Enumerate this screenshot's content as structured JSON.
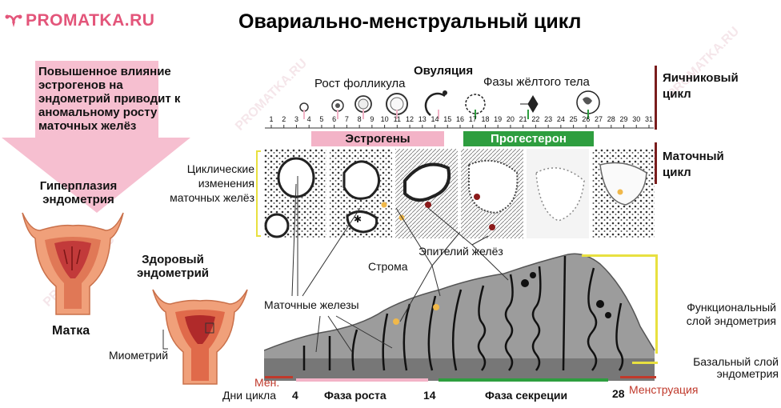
{
  "logo": {
    "text": "PROMATKA.RU"
  },
  "title": "Овариально-менструальный цикл",
  "labels": {
    "ovulation": "Овуляция",
    "follicle_growth": "Рост фолликула",
    "corpus_luteum": "Фазы жёлтого тела",
    "ovarian_cycle": "Яичниковый цикл",
    "uterine_cycle": "Маточный цикл",
    "estrogens": "Эстрогены",
    "progesterone": "Прогестерон",
    "cyclic_changes": "Циклические изменения маточных желёз",
    "gland_epithelium": "Эпителий желёз",
    "stroma": "Строма",
    "uterine_glands": "Маточные железы",
    "functional_layer": "Функциональный слой эндометрия",
    "basal_layer": "Базальный слой эндометрия",
    "warning": "Повышенное влияние эстрогенов на эндометрий приводит к аномальному росту маточных желёз",
    "hyperplasia": "Гиперплазия эндометрия",
    "healthy": "Здоровый эндометрий",
    "uterus": "Матка",
    "myometrium": "Миометрий",
    "cycle_days": "Дни цикла",
    "men": "Мен.",
    "growth_phase": "Фаза роста",
    "secretion_phase": "Фаза секреции",
    "menstruation": "Менструация",
    "day4": "4",
    "day14": "14",
    "day28": "28"
  },
  "days": [
    "1",
    "2",
    "3",
    "4",
    "5",
    "6",
    "7",
    "8",
    "9",
    "10",
    "11",
    "12",
    "13",
    "14",
    "15",
    "16",
    "17",
    "18",
    "19",
    "20",
    "21",
    "22",
    "23",
    "24",
    "25",
    "26",
    "27",
    "28",
    "29",
    "30",
    "31"
  ],
  "colors": {
    "brand_pink": "#e3557a",
    "estrogen_pink": "#f3b3c7",
    "progesterone_green": "#2e9e3f",
    "menstruation_red": "#c0392b",
    "functional_yellow": "#e8e040"
  }
}
